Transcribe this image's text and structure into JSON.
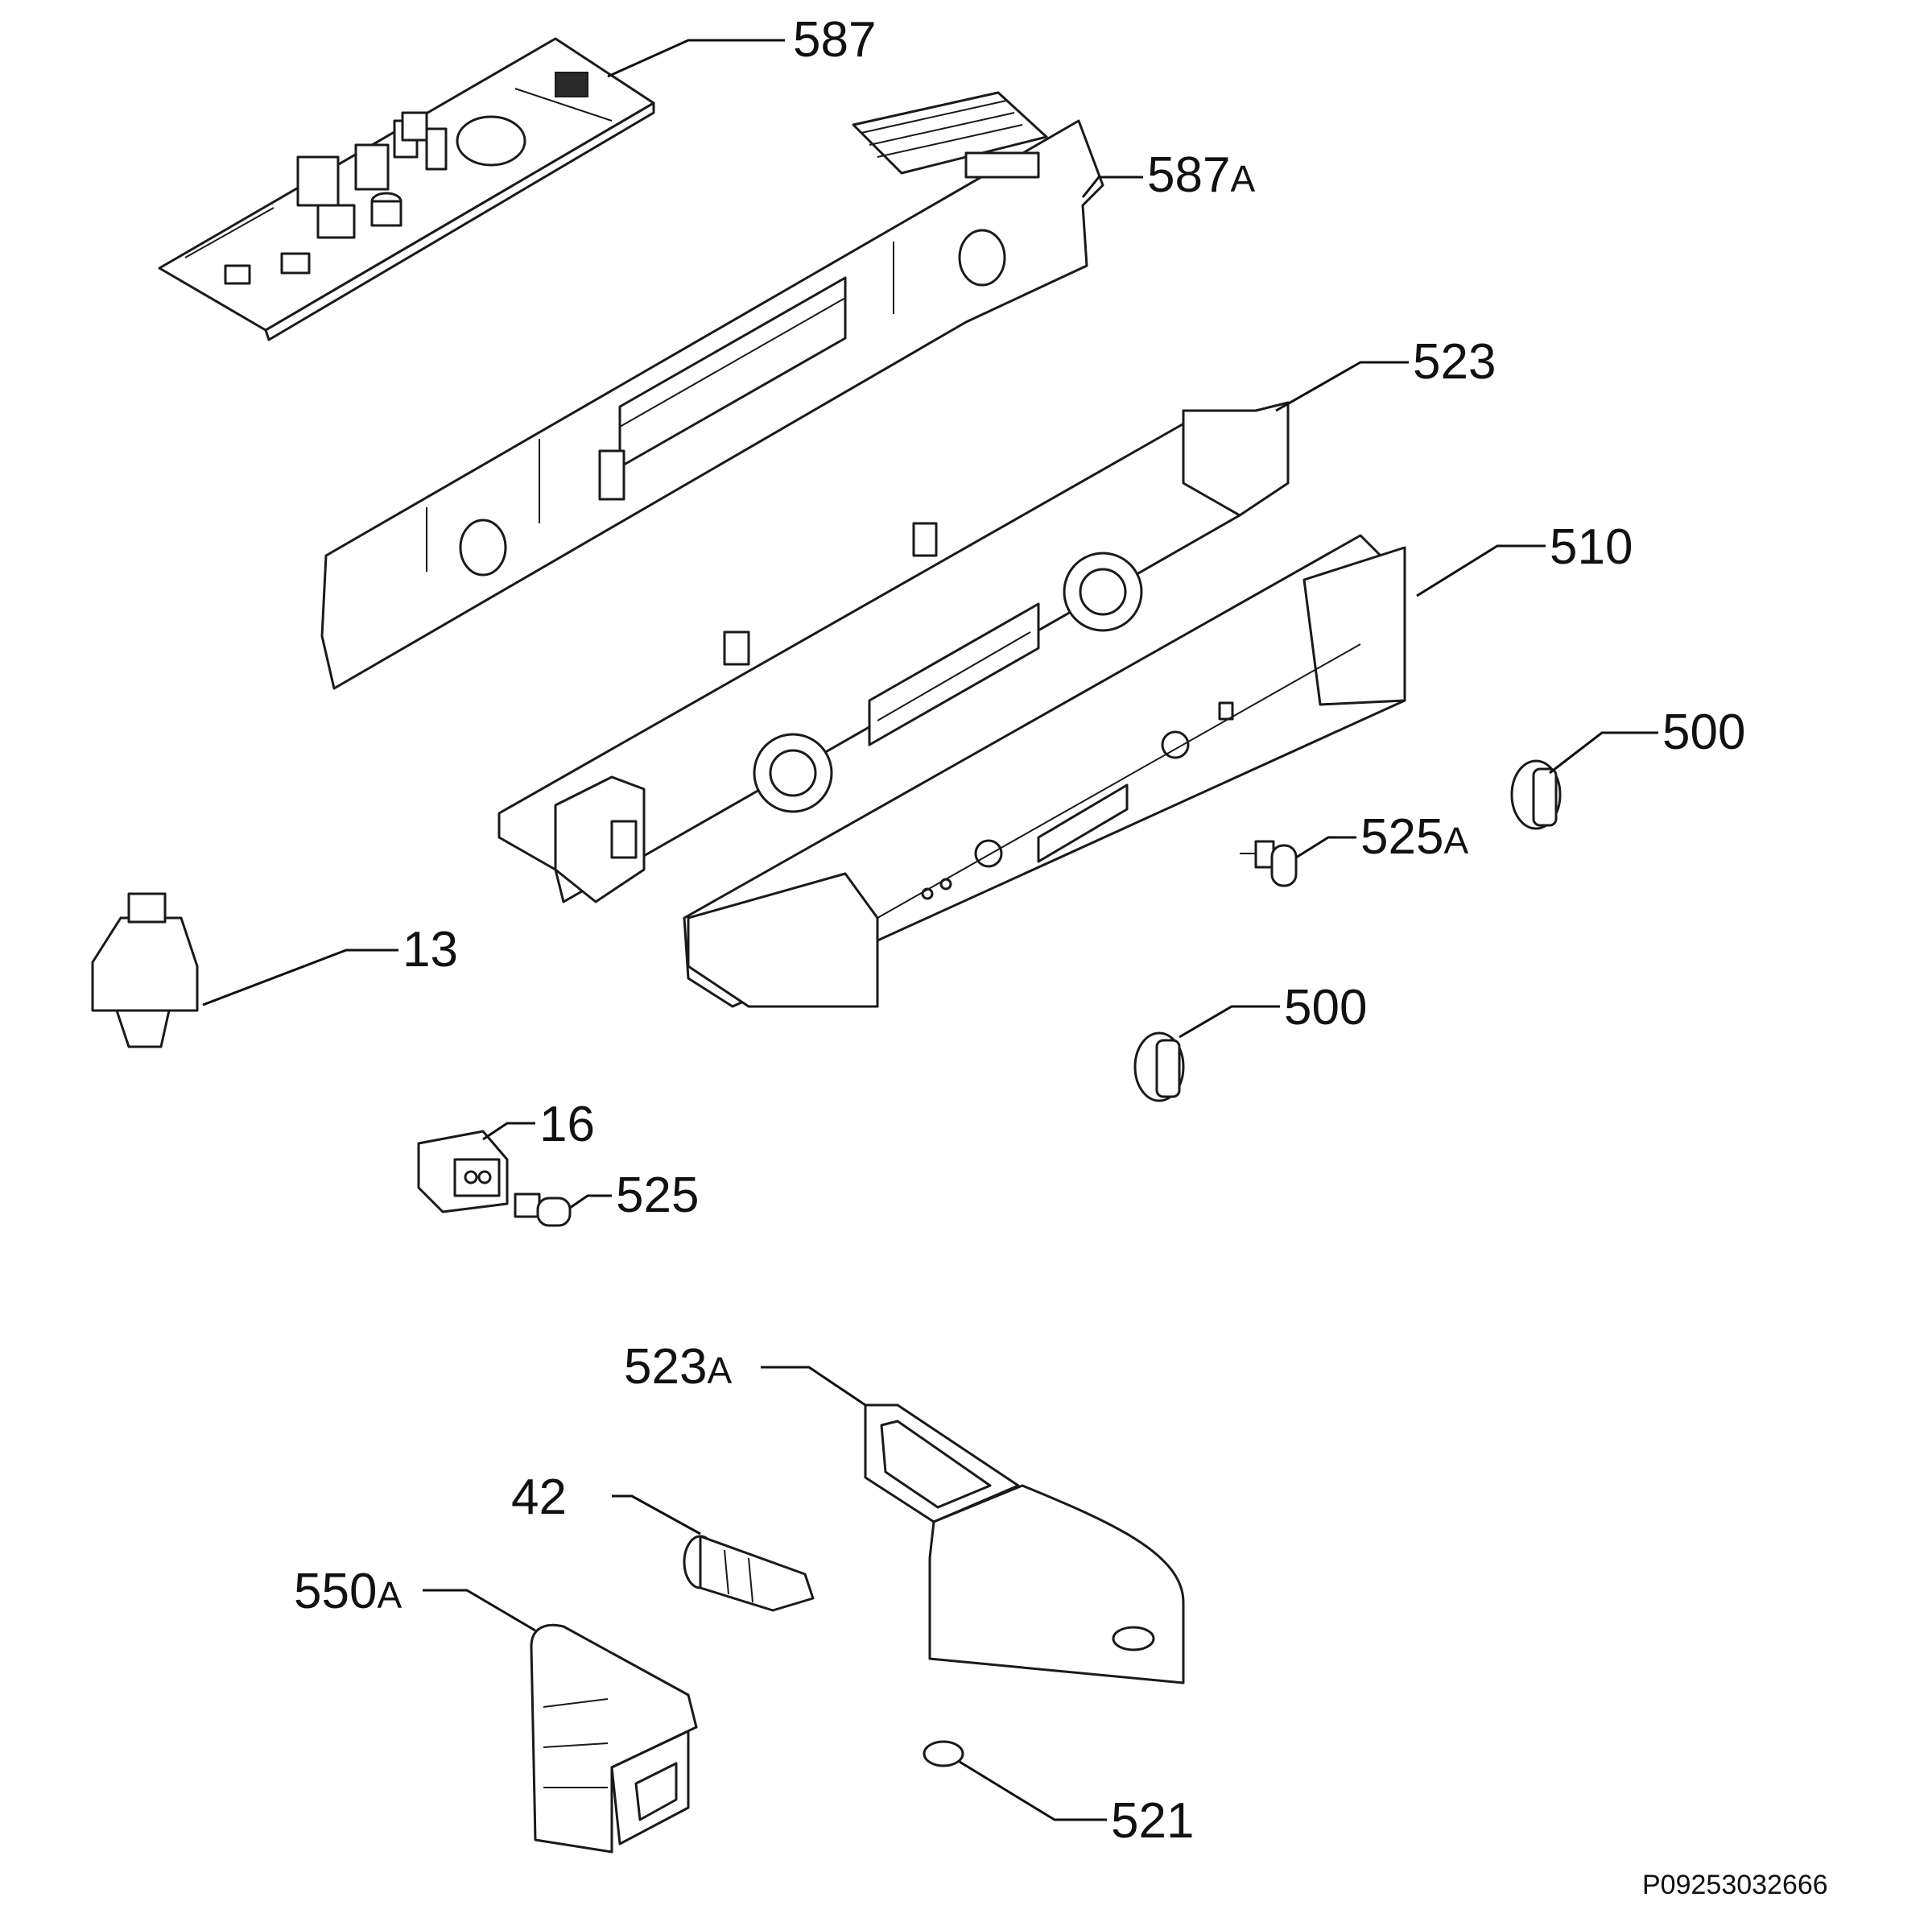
{
  "callouts": {
    "c587": {
      "num": "587",
      "suffix": ""
    },
    "c587a": {
      "num": "587",
      "suffix": "A"
    },
    "c523": {
      "num": "523",
      "suffix": ""
    },
    "c510": {
      "num": "510",
      "suffix": ""
    },
    "c500a": {
      "num": "500",
      "suffix": ""
    },
    "c525a": {
      "num": "525",
      "suffix": "A"
    },
    "c13": {
      "num": "13",
      "suffix": ""
    },
    "c500b": {
      "num": "500",
      "suffix": ""
    },
    "c16": {
      "num": "16",
      "suffix": ""
    },
    "c525": {
      "num": "525",
      "suffix": ""
    },
    "c523a": {
      "num": "523",
      "suffix": "A"
    },
    "c42": {
      "num": "42",
      "suffix": ""
    },
    "c550a": {
      "num": "550",
      "suffix": "A"
    },
    "c521": {
      "num": "521",
      "suffix": ""
    }
  },
  "document_id": "P09253032666"
}
